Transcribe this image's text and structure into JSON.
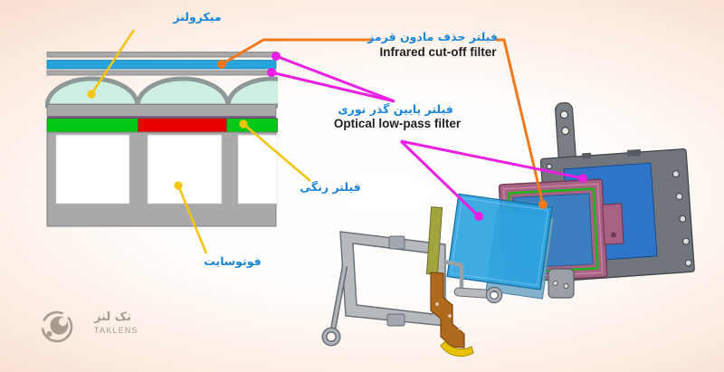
{
  "labels": {
    "microlens": {
      "fa": "میکرولنز"
    },
    "infrared_filter": {
      "fa": "فیلتر حذف مادون قرمز",
      "en": "Infrared cut-off filter"
    },
    "optical_lowpass_filter": {
      "fa": "فیلتر پایین گذر نوری",
      "en": "Optical low-pass filter"
    },
    "color_filter": {
      "fa": "فیلتر رنگی"
    },
    "photosite": {
      "fa": "فوتوسایت"
    }
  },
  "logo": {
    "fa": "تک لنز",
    "en": "TAKLENS"
  },
  "annotations": [
    {
      "label_fa": "میکرولنز",
      "line_color": "yellow",
      "points_to": "microlens dome (cross-section)"
    },
    {
      "label_fa": "فیلتر حذف مادون قرمز",
      "line_color": "orange",
      "points_to": "blue IR cut-off layer and sensor unit"
    },
    {
      "label_fa": "فیلتر پایین گذر نوری",
      "line_color": "magenta",
      "points_to": "gray low-pass layers and glass plates"
    },
    {
      "label_fa": "فیلتر رنگی",
      "line_color": "yellow",
      "points_to": "green/red color filter row"
    },
    {
      "label_fa": "فوتوسایت",
      "line_color": "yellow",
      "points_to": "white photosite well"
    }
  ],
  "colors": {
    "label_blue": "#1b86d8",
    "label_black": "#1f1f1f",
    "line_yellow": "#f2c50f",
    "line_orange": "#f0791e",
    "line_magenta": "#ea1fe3",
    "filter_green": "#00c814",
    "filter_red": "#e80000",
    "ir_layer_blue": "#29a3dc",
    "microlens_mint": "#cdeee1",
    "structure_gray": "#a9a9a9",
    "glass_blue": "#2aa2e0",
    "sensor_frame_pink": "#a86284",
    "gasket_green": "#1fb41f",
    "sensor_window_blue": "#3c7fc0",
    "plate_gray": "#70767c",
    "plate_window_blue": "#2e74c8",
    "logo_gray": "#a69c90"
  }
}
